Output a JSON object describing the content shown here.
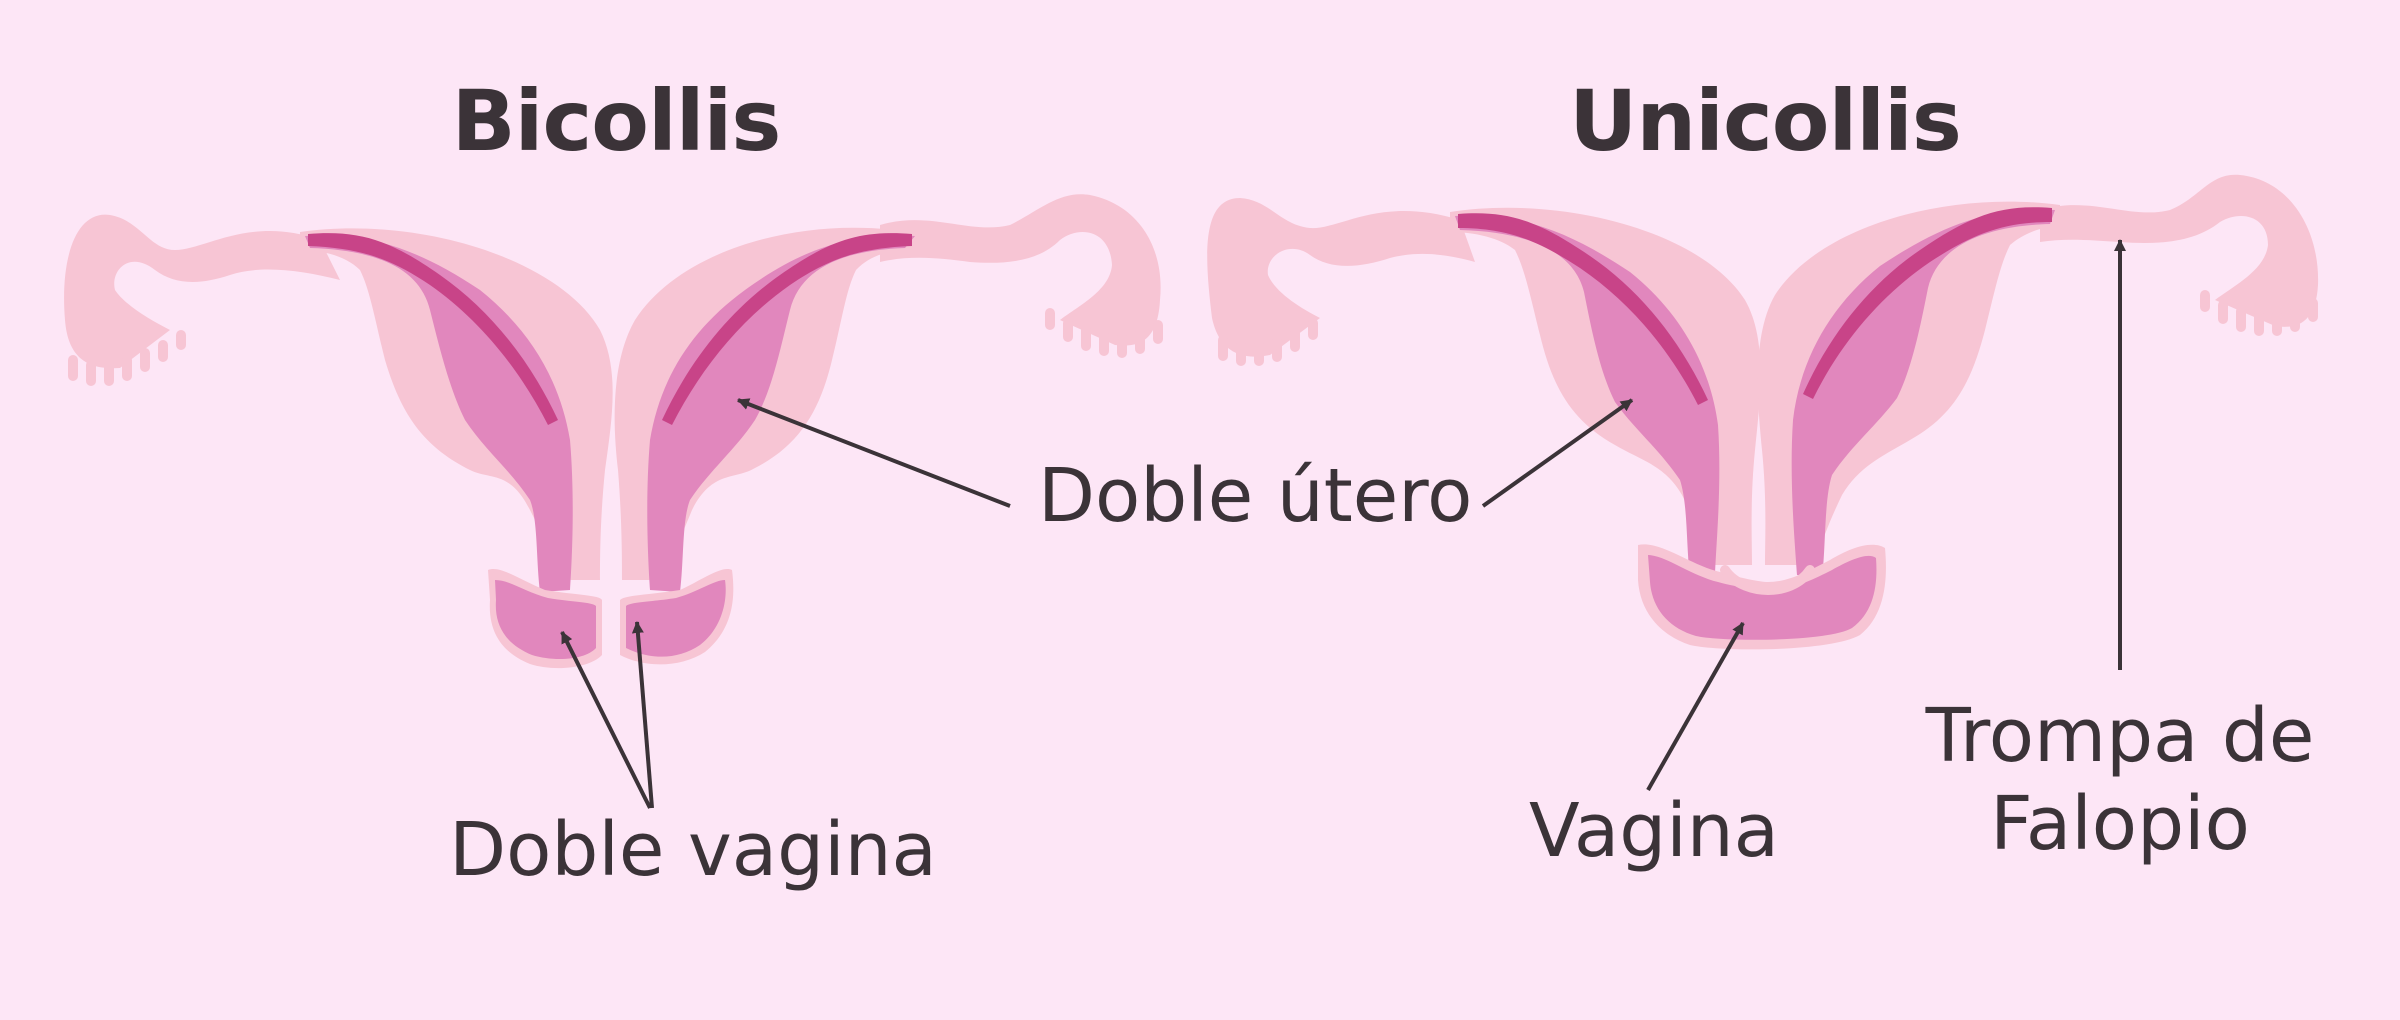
{
  "titles": {
    "left": "Bicollis",
    "right": "Unicollis"
  },
  "labels": {
    "double_uterus": "Doble útero",
    "double_vagina": "Doble vagina",
    "vagina": "Vagina",
    "fallopian_line1": "Trompa de",
    "fallopian_line2": "Falopio"
  },
  "colors": {
    "background": "#fde6f6",
    "tissue_light": "#f7c5d4",
    "cavity": "#e187bd",
    "lining": "#c84488",
    "text": "#3b3338",
    "arrow": "#3b3338"
  }
}
